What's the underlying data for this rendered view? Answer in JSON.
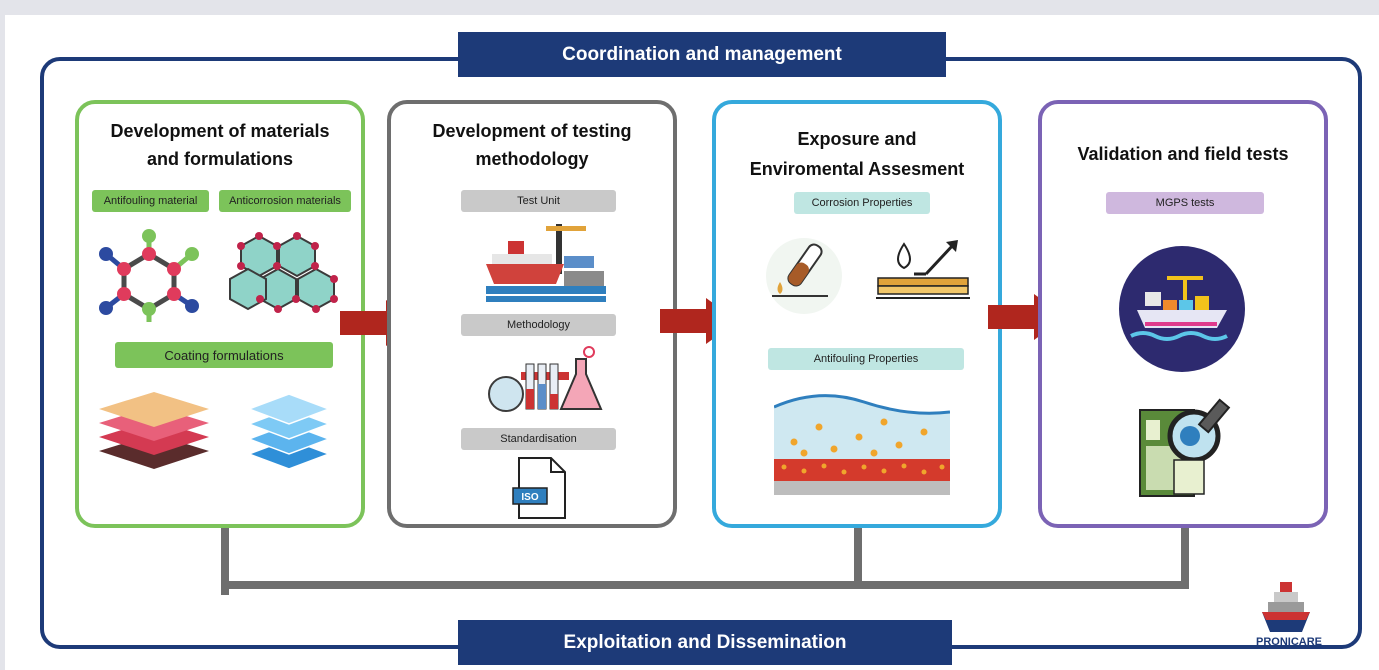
{
  "banners": {
    "top": "Coordination and management",
    "bottom": "Exploitation and Dissemination"
  },
  "boxes": [
    {
      "title_line1": "Development of materials",
      "title_line2": "and formulations",
      "pills": [
        "Antifouling material",
        "Anticorrosion materials",
        "Coating formulations"
      ],
      "icons": [
        "molecule-icon",
        "hexagon-lattice-icon",
        "layered-sheets-icon",
        "porous-layers-icon"
      ]
    },
    {
      "title_line1": "Development of testing",
      "title_line2": "methodology",
      "pills": [
        "Test Unit",
        "Methodology",
        "Standardisation"
      ],
      "icons": [
        "ship-port-icon",
        "lab-glassware-icon",
        "iso-document-icon"
      ],
      "iso_label": "ISO"
    },
    {
      "title_line1": "Exposure and",
      "title_line2": "Enviromental Assesment",
      "pills": [
        "Corrosion Properties",
        "Antifouling Properties"
      ],
      "icons": [
        "test-tube-drip-icon",
        "surface-droplet-icon",
        "seawater-biofouling-icon"
      ]
    },
    {
      "title_line1": "Validation and field tests",
      "pills": [
        "MGPS tests"
      ],
      "icons": [
        "cargo-ship-circle-icon",
        "document-magnifier-icon"
      ]
    }
  ],
  "logo": {
    "text": "PRONICARE"
  },
  "colors": {
    "navy": "#1d3a78",
    "green": "#7cc35a",
    "grey": "#6e6e6e",
    "blue": "#35a9dc",
    "purple": "#7b63b5",
    "arrow_red": "#b0261e"
  }
}
